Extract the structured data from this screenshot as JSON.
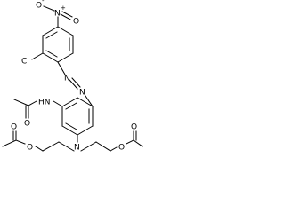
{
  "molecule": {
    "atoms": {
      "o_minus": "O",
      "nitro_n": "N",
      "nitro_o": "O",
      "cl": "Cl",
      "azo_n1": "N",
      "azo_n2": "N",
      "amide_hn": "HN",
      "amide_o": "O",
      "amine_n": "N",
      "ester_o_left": "O",
      "carbonyl_o_left": "O",
      "ester_o_right": "O",
      "carbonyl_o_right": "O"
    },
    "charges": {
      "minus": "-",
      "plus": "+"
    }
  },
  "colors": {
    "bond": "#000000",
    "background": "#ffffff"
  }
}
